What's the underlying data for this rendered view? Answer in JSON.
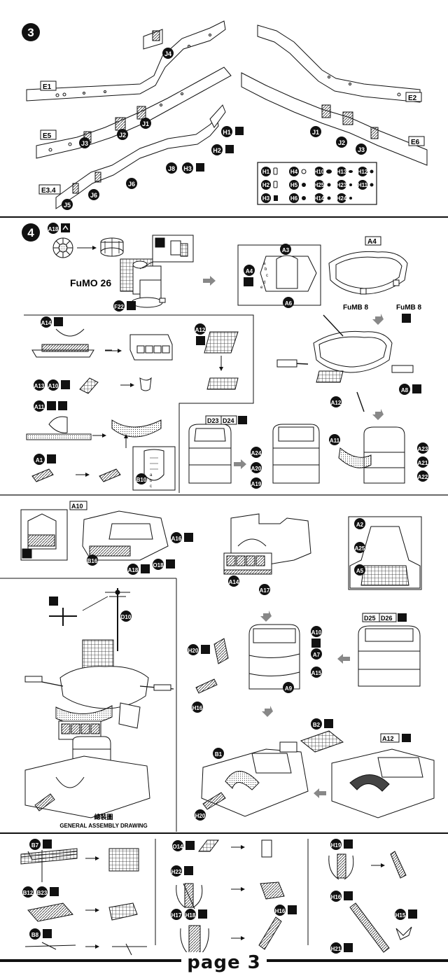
{
  "steps": [
    {
      "number": "3",
      "parts": [
        "E1",
        "E2",
        "E5",
        "E6",
        "E3.4",
        "J1",
        "J2",
        "J3",
        "J4",
        "J5",
        "J6",
        "J8",
        "H1",
        "H2",
        "H3"
      ]
    },
    {
      "number": "4",
      "parts": [
        "A18",
        "A3",
        "A4",
        "A6",
        "A14",
        "A12",
        "A13",
        "A10",
        "A11",
        "A1",
        "B10",
        "A8",
        "A24",
        "A20",
        "A19",
        "A23",
        "A21",
        "A22",
        "D23",
        "D24",
        "F22"
      ]
    }
  ],
  "legend_items": [
    "H1",
    "H2",
    "H3",
    "H4",
    "H5",
    "H6",
    "H10",
    "H25",
    "H14",
    "H13",
    "H23",
    "H24",
    "H12",
    "H11"
  ],
  "labels": {
    "fumo26": "FuMO 26",
    "fumb8_left": "FuMB 8",
    "fumb8_right": "FuMB 8",
    "box_a4": "A4",
    "box_d23": "D23",
    "box_d24": "D24",
    "box_a10": "A10",
    "box_d25": "D25",
    "box_d26": "D26",
    "box_a12": "A12",
    "b10_a": "a",
    "b10_b": "b",
    "b10_c": "c",
    "assembly_cn": "總裝圖",
    "assembly_en": "GENERAL ASSEMBLY DRAWING"
  },
  "section3_callouts": [
    "A2",
    "A25",
    "A5",
    "A14",
    "A17",
    "A16",
    "O18",
    "A18",
    "B16",
    "D10",
    "H20",
    "H16",
    "A7",
    "A15",
    "A9",
    "B2",
    "B1"
  ],
  "bottom_callouts": [
    "B7",
    "B12",
    "B23",
    "B8",
    "O14",
    "H22",
    "H17",
    "H18",
    "H16",
    "H19",
    "H15",
    "H21"
  ],
  "footer": "page 3"
}
